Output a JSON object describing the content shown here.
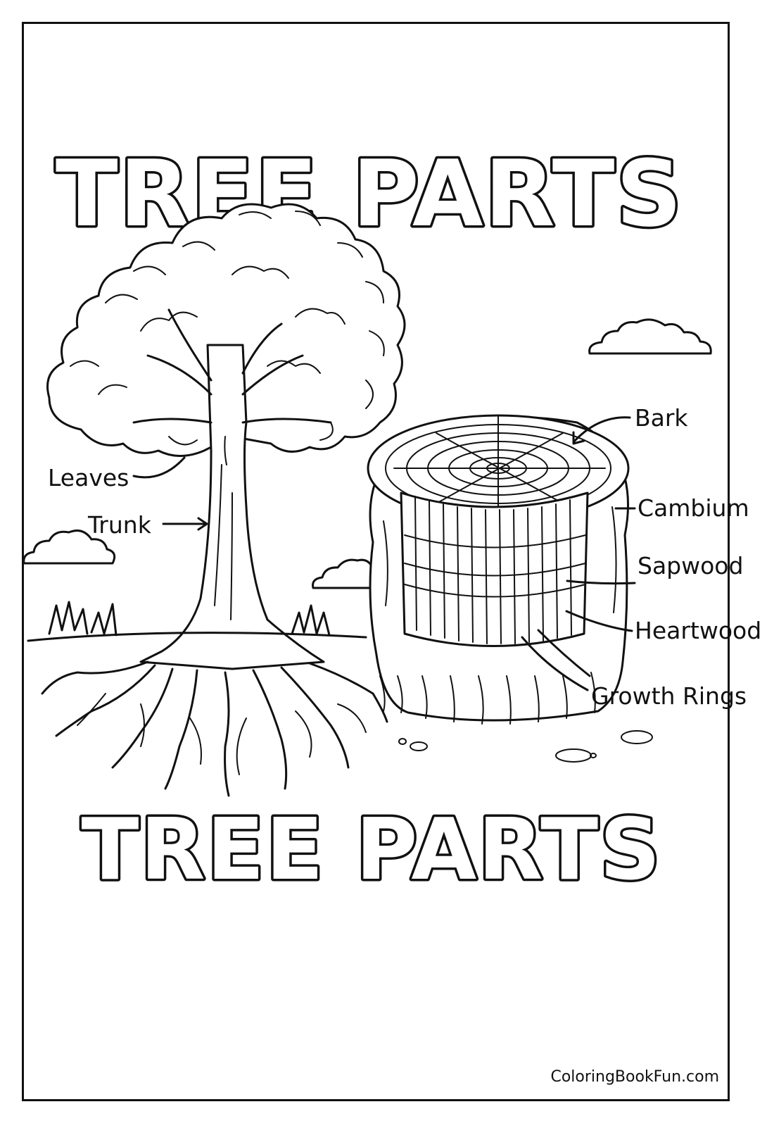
{
  "title_top": "TREE PARTS",
  "title_bottom": "TREE PARTS",
  "labels": {
    "leaves": "Leaves",
    "trunk": "Trunk",
    "bark": "Bark",
    "cambium": "Cambium",
    "sapwood": "Sapwood",
    "heartwood": "Heartwood",
    "growth_rings": "Growth Rings"
  },
  "footer": {
    "website": "ColoringBookFun.com"
  },
  "colors": {
    "ink": "#111111",
    "paper": "#ffffff"
  }
}
